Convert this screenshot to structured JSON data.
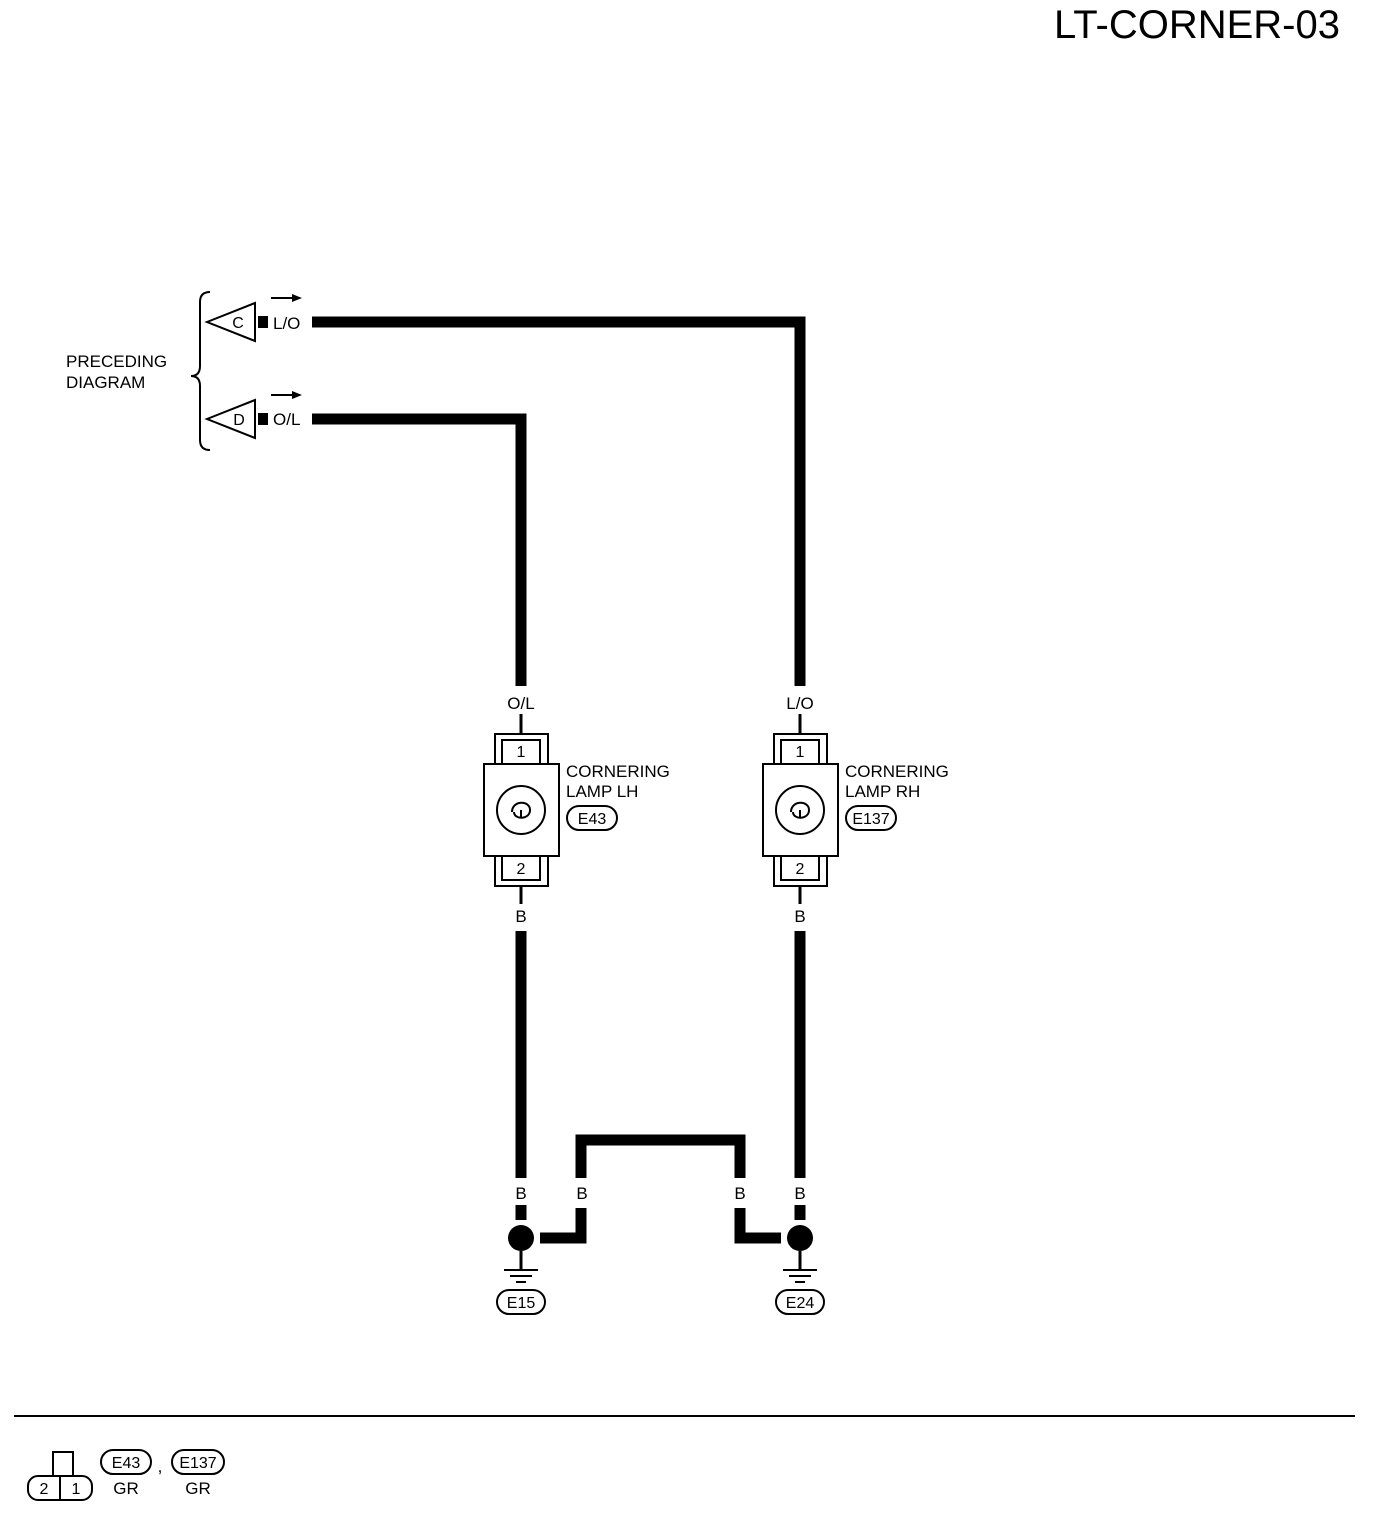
{
  "page": {
    "title": "LT-CORNER-03"
  },
  "preceding": {
    "label_line1": "PRECEDING",
    "label_line2": "DIAGRAM",
    "connector_c": {
      "letter": "C",
      "wire": "L/O"
    },
    "connector_d": {
      "letter": "D",
      "wire": "O/L"
    }
  },
  "lamp_lh": {
    "name_line1": "CORNERING",
    "name_line2": "LAMP LH",
    "connector": "E43",
    "top_wire": "O/L",
    "pin_top": "1",
    "pin_bottom": "2",
    "bottom_wire": "B"
  },
  "lamp_rh": {
    "name_line1": "CORNERING",
    "name_line2": "LAMP RH",
    "connector": "E137",
    "top_wire": "L/O",
    "pin_top": "1",
    "pin_bottom": "2",
    "bottom_wire": "B"
  },
  "ground_wires": {
    "lh_down": "B",
    "bridge_left": "B",
    "bridge_right": "B",
    "rh_down": "B"
  },
  "grounds": {
    "lh": "E15",
    "rh": "E24"
  },
  "legend": {
    "pin_left": "2",
    "pin_right": "1",
    "connector_1": "E43",
    "separator": ",",
    "connector_2": "E137",
    "color_1": "GR",
    "color_2": "GR"
  }
}
